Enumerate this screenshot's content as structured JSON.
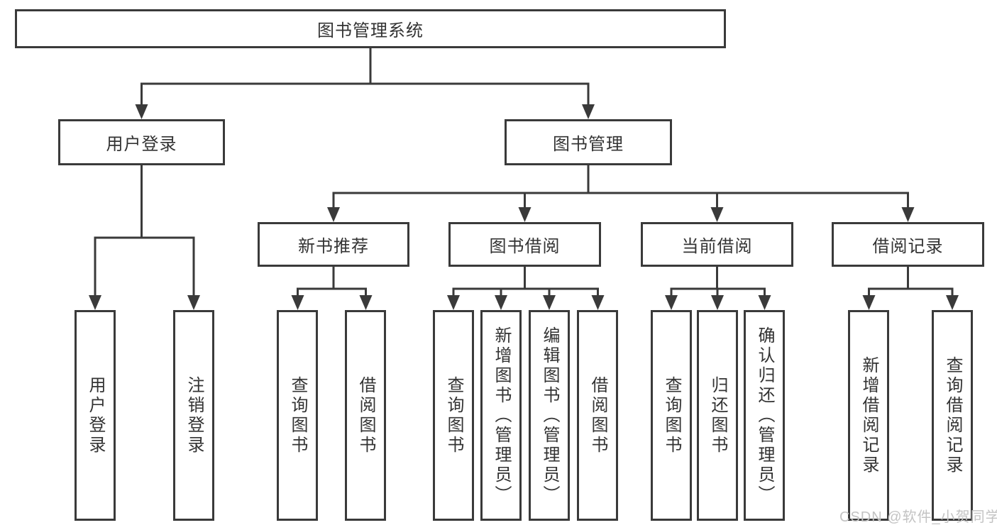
{
  "diagram": {
    "title": "图书管理系统",
    "level2": [
      {
        "id": "user-login",
        "label": "用户登录"
      },
      {
        "id": "book-management",
        "label": "图书管理"
      }
    ],
    "level3": [
      {
        "id": "new-book-recommendation",
        "parent": "图书管理",
        "label": "新书推荐"
      },
      {
        "id": "book-borrowing",
        "parent": "图书管理",
        "label": "图书借阅"
      },
      {
        "id": "current-borrowing",
        "parent": "图书管理",
        "label": "当前借阅"
      },
      {
        "id": "borrowing-records",
        "parent": "图书管理",
        "label": "借阅记录"
      }
    ],
    "leaves": [
      {
        "parent": "用户登录",
        "label": "用户登录"
      },
      {
        "parent": "用户登录",
        "label": "注销登录"
      },
      {
        "parent": "新书推荐",
        "label": "查询图书"
      },
      {
        "parent": "新书推荐",
        "label": "借阅图书"
      },
      {
        "parent": "图书借阅",
        "label": "查询图书"
      },
      {
        "parent": "图书借阅",
        "label": "新增图书（管理员）"
      },
      {
        "parent": "图书借阅",
        "label": "编辑图书（管理员）"
      },
      {
        "parent": "图书借阅",
        "label": "借阅图书"
      },
      {
        "parent": "当前借阅",
        "label": "查询图书"
      },
      {
        "parent": "当前借阅",
        "label": "归还图书"
      },
      {
        "parent": "当前借阅",
        "label": "确认归还（管理员）"
      },
      {
        "parent": "借阅记录",
        "label": "新增借阅记录"
      },
      {
        "parent": "借阅记录",
        "label": "查询借阅记录"
      }
    ],
    "colors": {
      "line": "#3a3a3a",
      "box_border": "#3a3a3a",
      "text": "#333333",
      "background": "#ffffff",
      "watermark": "#c3c3c3"
    }
  },
  "watermark": {
    "text": "CSDN @软件_小贺同学"
  }
}
